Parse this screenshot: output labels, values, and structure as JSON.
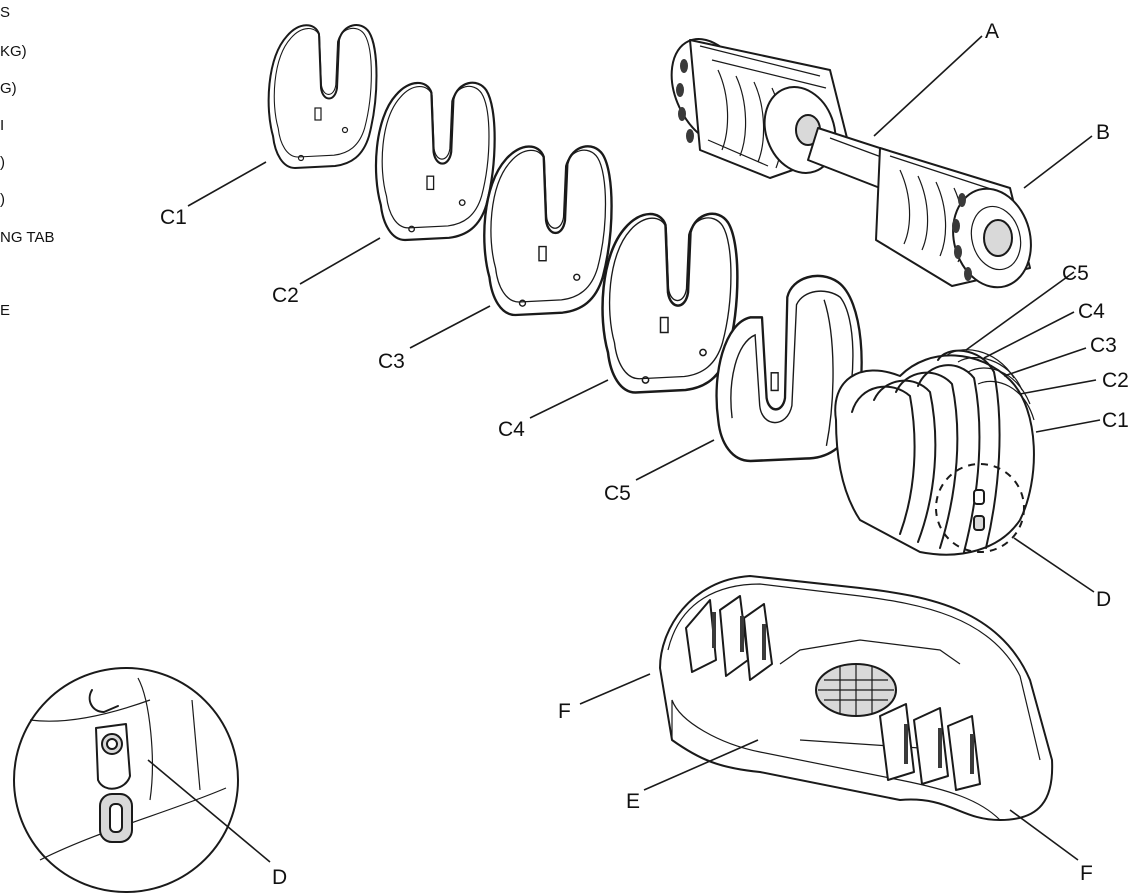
{
  "legend": {
    "lines": [
      "S",
      "KG)",
      "G)",
      "I",
      ")",
      ")",
      "NG TAB",
      "",
      "E"
    ]
  },
  "callouts": {
    "A": "A",
    "B": "B",
    "C1": "C1",
    "C2": "C2",
    "C3": "C3",
    "C4": "C4",
    "C5": "C5",
    "D": "D",
    "E": "E",
    "F": "F"
  }
}
